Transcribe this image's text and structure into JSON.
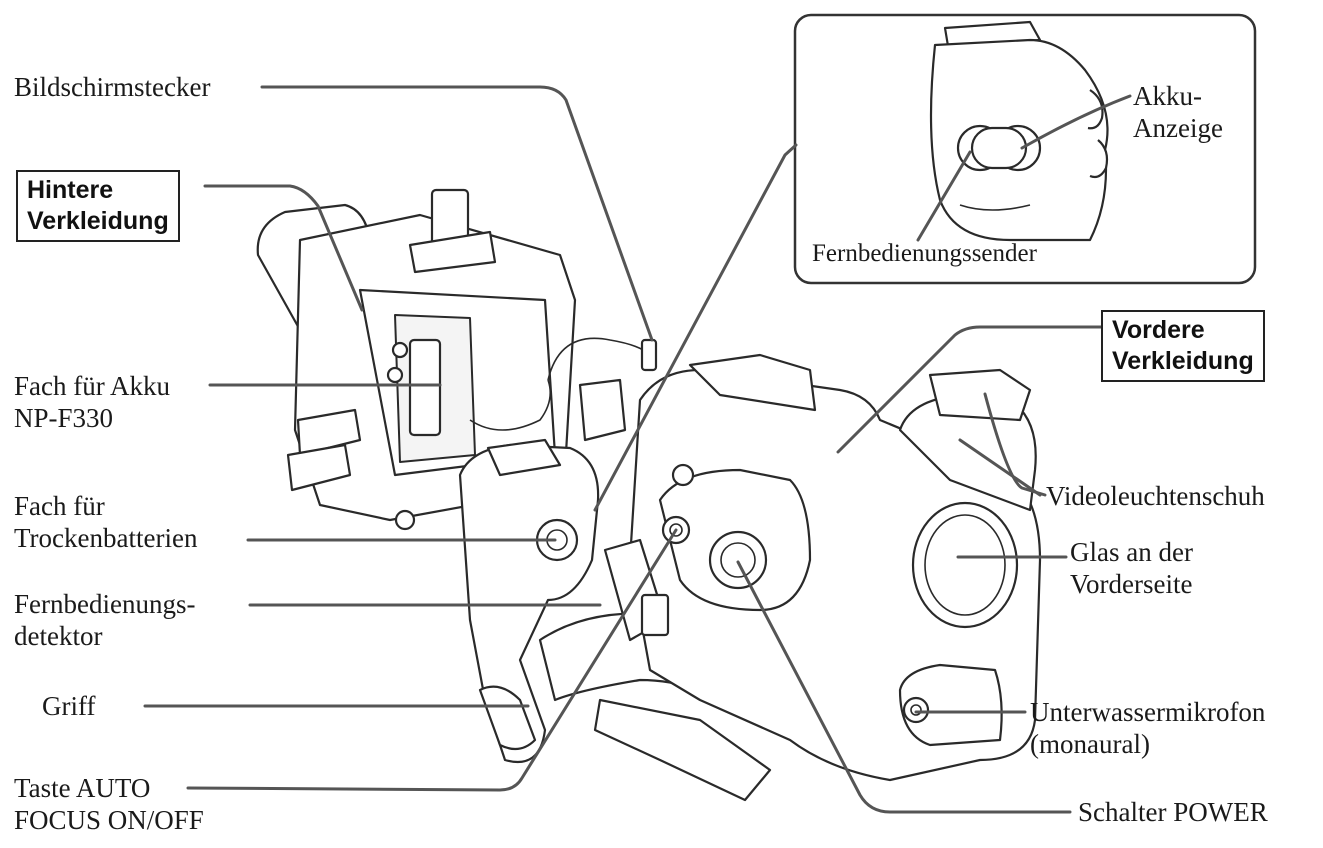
{
  "labels": {
    "bildschirmstecker": "Bildschirmstecker",
    "hintere_verkleidung": [
      "Hintere",
      "Verkleidung"
    ],
    "fach_akku": [
      "Fach für Akku",
      "NP-F330"
    ],
    "fach_trocken": [
      "Fach für",
      "Trockenbatterien"
    ],
    "fernbed_detektor": [
      "Fernbedienungs-",
      "detektor"
    ],
    "griff": "Griff",
    "taste_auto": [
      "Taste AUTO",
      "FOCUS ON/OFF"
    ],
    "akku_anzeige": [
      "Akku-",
      "Anzeige"
    ],
    "fernbed_sender": "Fernbedienungssender",
    "vordere_verkleidung": [
      "Vordere",
      "Verkleidung"
    ],
    "videoleuchtenschuh": "Videoleuchtenschuh",
    "glas": [
      "Glas an der",
      "Vorderseite"
    ],
    "mikrofon": [
      "Unterwassermikrofon",
      "(monaural)"
    ],
    "schalter_power": "Schalter POWER"
  }
}
